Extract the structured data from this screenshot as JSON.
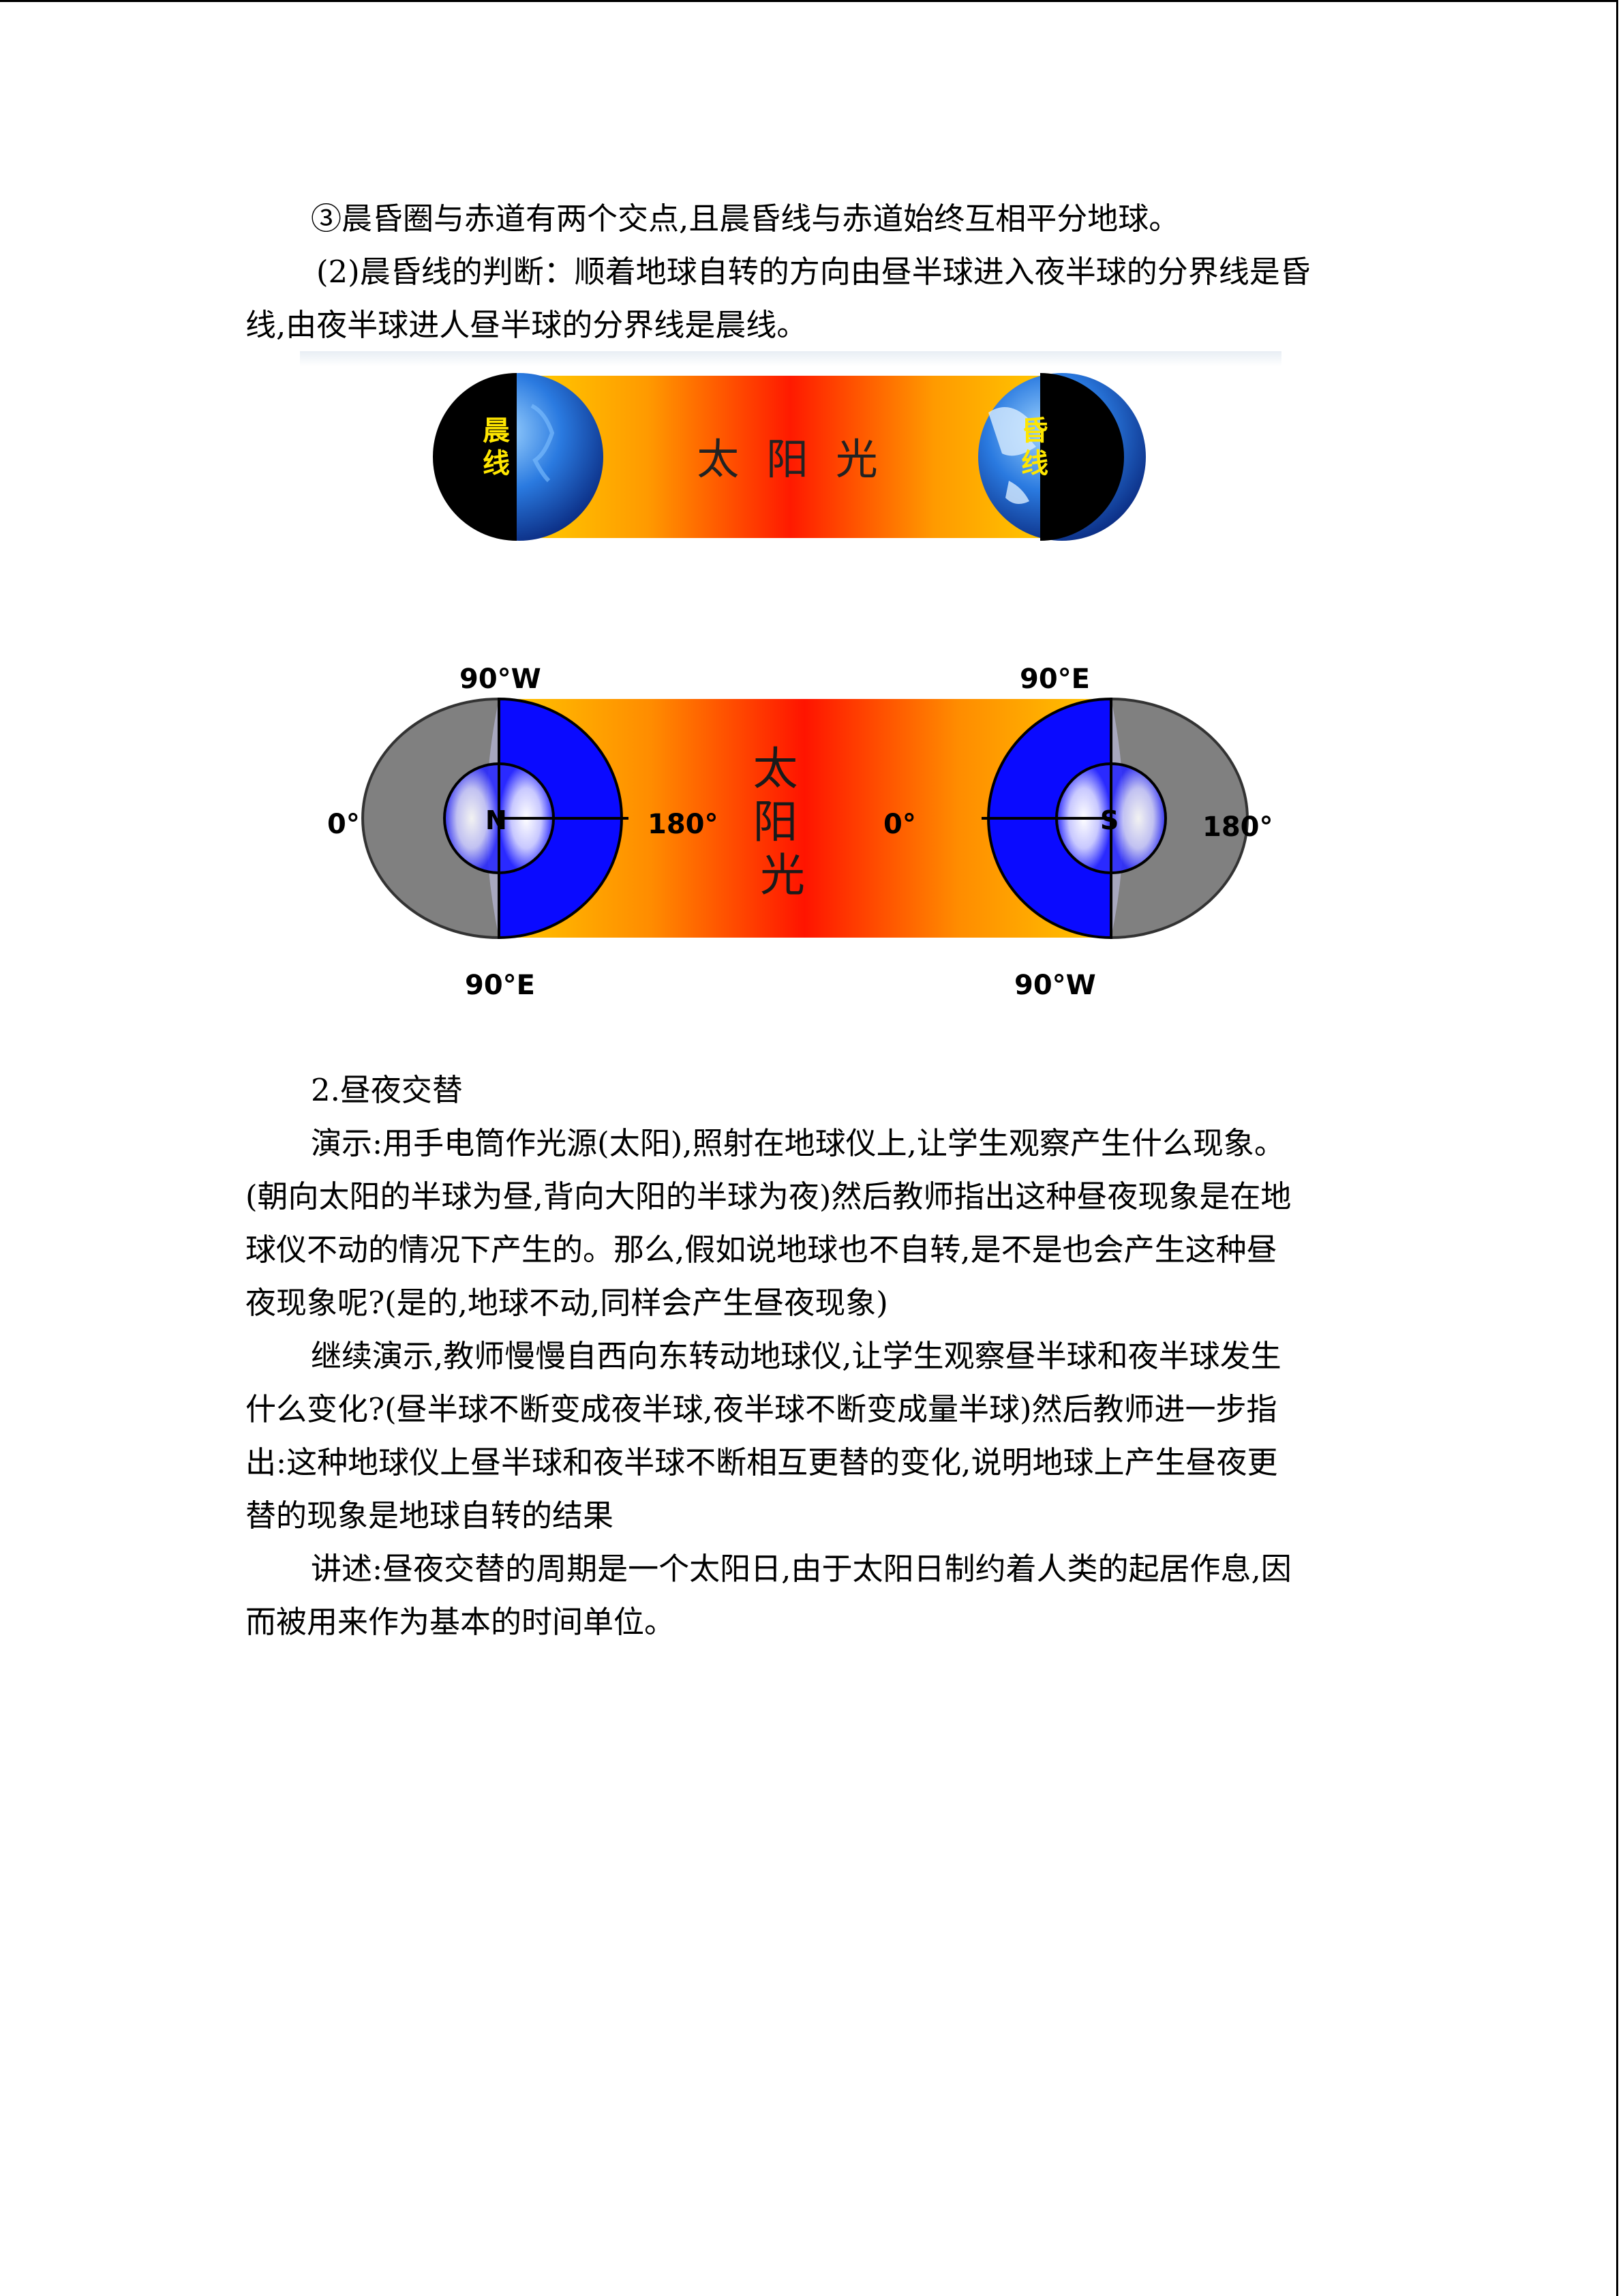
{
  "document": {
    "intro": {
      "point3": "③晨昏圈与赤道有两个交点,且晨昏线与赤道始终互相平分地球。",
      "judgement_line1": "(2)晨昏线的判断：顺着地球自转的方向由昼半球进入夜半球的分界线是昏",
      "judgement_line2": "线,由夜半球进人昼半球的分界线是晨线。"
    },
    "figure1": {
      "sun_label": "太 阳 光",
      "left_globe_label": "晨线",
      "right_globe_label": "昏线",
      "colors": {
        "sun_center": "#ff1a00",
        "sun_mid": "#ff7a00",
        "sun_edge": "#ffd000",
        "ocean": "#1a5fd0",
        "night": "#000000"
      }
    },
    "figure2": {
      "sun_label_chars": [
        "太",
        "阳",
        "光"
      ],
      "left_top": "90°W",
      "left_left": "0°",
      "left_right": "180°",
      "left_bottom": "90°E",
      "left_pole": "N",
      "right_top": "90°E",
      "right_left": "0°",
      "right_right": "180°",
      "right_bottom": "90°W",
      "right_pole": "S",
      "colors": {
        "day": "#0a0aff",
        "night": "#808080",
        "pole_center": "#ffffff"
      }
    },
    "section2": {
      "heading": "2.昼夜交替",
      "demo_lines": [
        "演示:用手电筒作光源(太阳),照射在地球仪上,让学生观察产生什么现象。",
        "(朝向太阳的半球为昼,背向大阳的半球为夜)然后教师指出这种昼夜现象是在地",
        "球仪不动的情况下产生的。那么,假如说地球也不自转,是不是也会产生这种昼",
        "夜现象呢?(是的,地球不动,同样会产生昼夜现象)"
      ],
      "continue_lines": [
        "继续演示,教师慢慢自西向东转动地球仪,让学生观察昼半球和夜半球发生",
        "什么变化?(昼半球不断变成夜半球,夜半球不断变成量半球)然后教师进一步指",
        "出:这种地球仪上昼半球和夜半球不断相互更替的变化,说明地球上产生昼夜更",
        "替的现象是地球自转的结果"
      ],
      "lecture_lines": [
        "讲述:昼夜交替的周期是一个太阳日,由于太阳日制约着人类的起居作息,因",
        "而被用来作为基本的时间单位。"
      ]
    }
  }
}
